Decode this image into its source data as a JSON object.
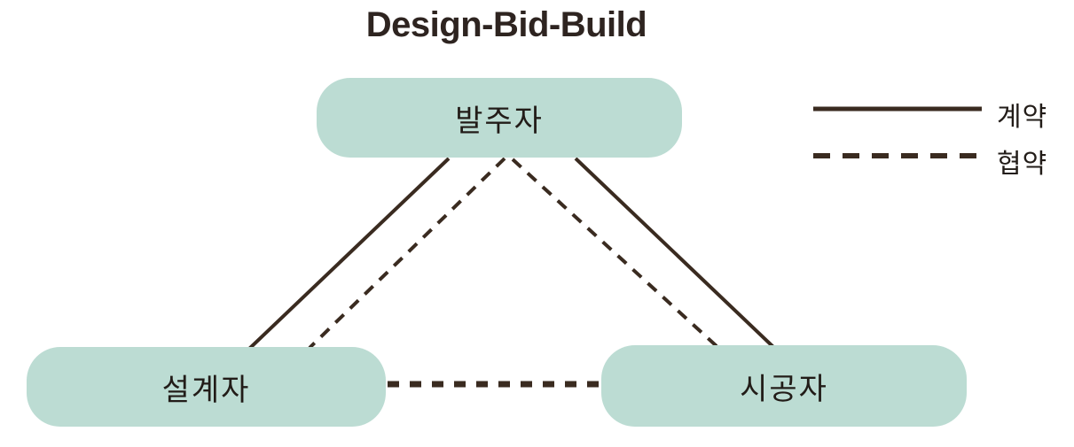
{
  "title": "Design-Bid-Build",
  "nodes": {
    "owner": {
      "label": "발주자"
    },
    "designer": {
      "label": "설계자"
    },
    "contractor": {
      "label": "시공자"
    }
  },
  "edges": [
    {
      "from": "발주자",
      "to": "설계자",
      "relation": "계약",
      "style": "solid"
    },
    {
      "from": "발주자",
      "to": "설계자",
      "relation": "협약",
      "style": "dashed"
    },
    {
      "from": "발주자",
      "to": "시공자",
      "relation": "협약",
      "style": "dashed"
    },
    {
      "from": "발주자",
      "to": "시공자",
      "relation": "계약",
      "style": "solid"
    },
    {
      "from": "설계자",
      "to": "시공자",
      "relation": "협약",
      "style": "dashed"
    }
  ],
  "legend": {
    "contract": {
      "label": "계약",
      "style": "solid"
    },
    "agreement": {
      "label": "협약",
      "style": "dashed"
    }
  },
  "colors": {
    "box_fill": "#bcdcd3",
    "line": "#3a2b20",
    "text": "#221c18",
    "title": "#2e2420",
    "background": "#ffffff"
  }
}
